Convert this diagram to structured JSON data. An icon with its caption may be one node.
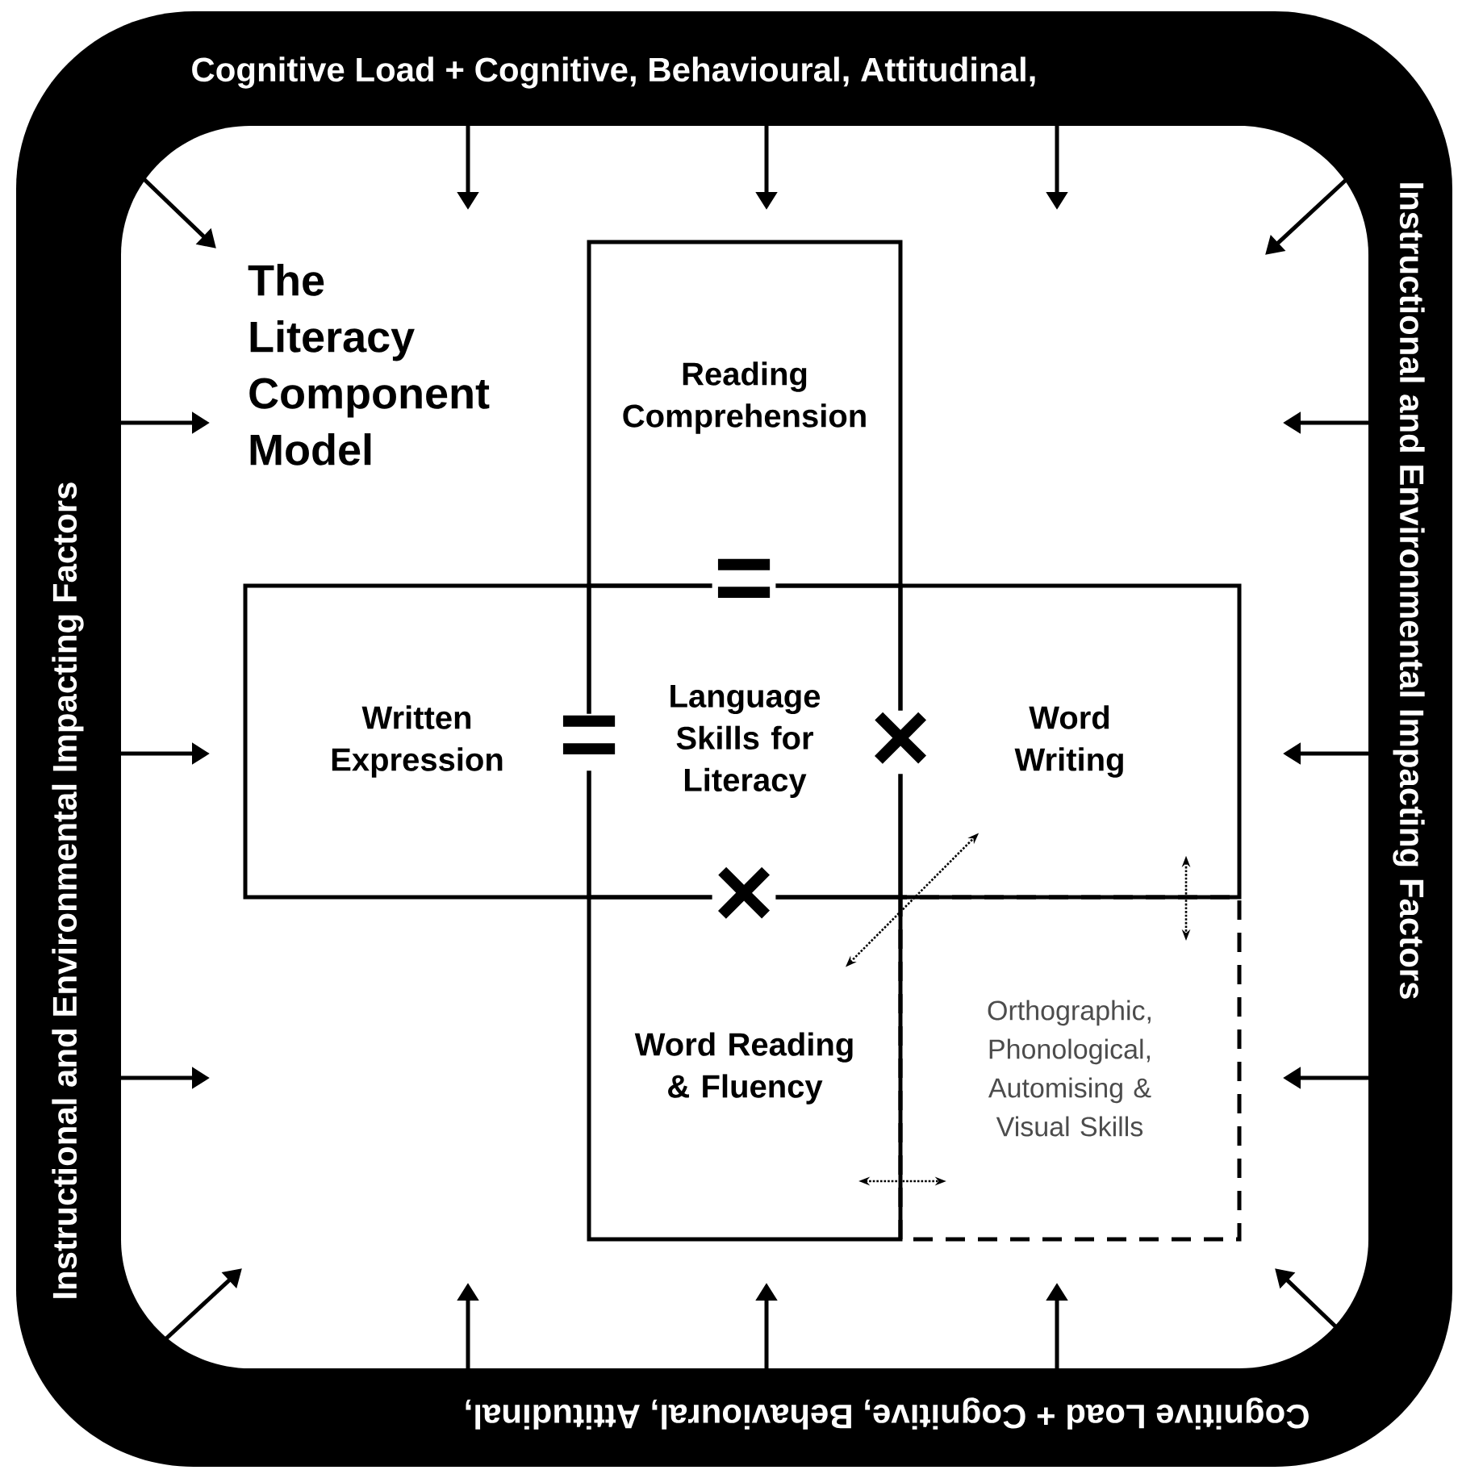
{
  "diagram": {
    "title": "The Literacy Component Model",
    "nodes": [
      {
        "text": [
          "Reading Comprehension"
        ]
      },
      {
        "text": [
          "Written Expression"
        ]
      },
      {
        "text": [
          "Language Skills for Literacy"
        ]
      },
      {
        "text": [
          "Word Writing"
        ]
      },
      {
        "text": [
          "Word Reading & Fluency"
        ]
      },
      {
        "text": [
          "Orthographic, Phonological, Automising & Visual Skills"
        ]
      }
    ],
    "edges": [
      {
        "from": 4,
        "to": 3,
        "arrow": "both",
        "style": "dashed"
      },
      {
        "from": 3,
        "to": 5,
        "arrow": "both",
        "style": "dashed"
      },
      {
        "from": 4,
        "to": 5,
        "arrow": "both",
        "style": "dashed"
      }
    ],
    "labels": [
      "Cognitive Load + Cognitive, Behavioural, Attitudinal,",
      "Instructional and Environmental Impacting Factors",
      "Cognitive Load + Cognitive, Behavioural, Attitudinal,",
      "Instructional and Environmental Impacting Factors",
      "=",
      "=",
      "×",
      "×"
    ]
  }
}
